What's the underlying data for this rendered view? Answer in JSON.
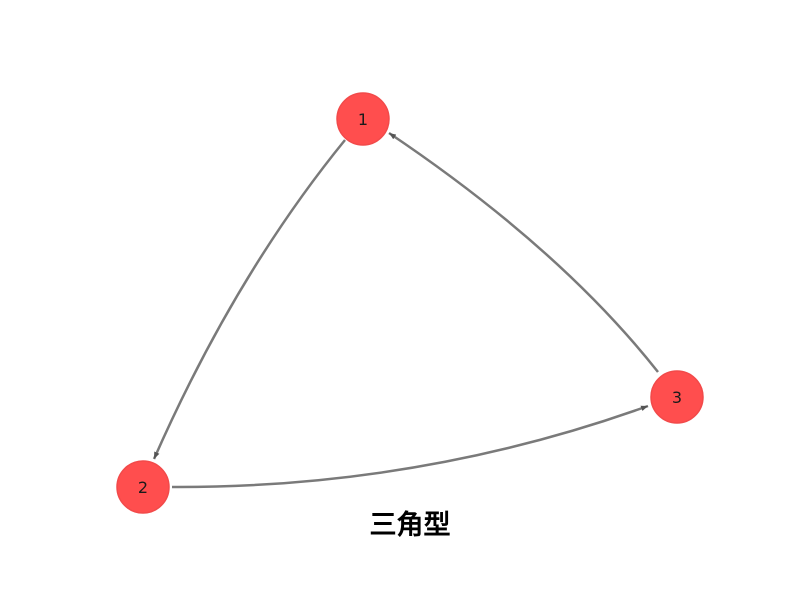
{
  "diagram": {
    "caption": "三角型",
    "colors": {
      "node_fill": "#ff3b3b",
      "edge": "#7a7a7a",
      "label": "#1a1a1a"
    },
    "nodes": [
      {
        "id": "1",
        "label": "1"
      },
      {
        "id": "2",
        "label": "2"
      },
      {
        "id": "3",
        "label": "3"
      }
    ],
    "edges": [
      {
        "from": "1",
        "to": "2"
      },
      {
        "from": "2",
        "to": "3"
      },
      {
        "from": "3",
        "to": "1"
      }
    ]
  }
}
